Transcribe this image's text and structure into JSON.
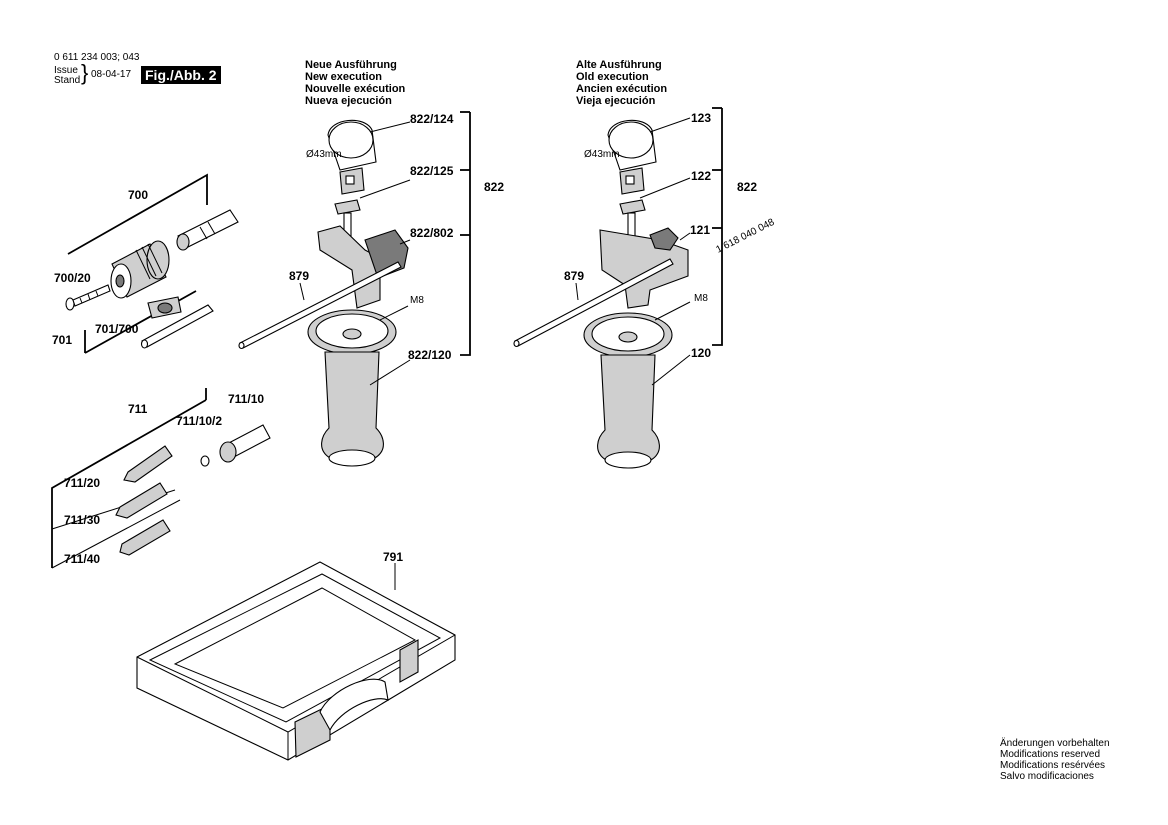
{
  "header": {
    "doc_number": "0 611 234 003; 043",
    "issue_label": "Issue",
    "stand_label": "Stand",
    "date": "08-04-17",
    "figure": "Fig./Abb. 2"
  },
  "new_execution": [
    "Neue Ausführung",
    "New execution",
    "Nouvelle exécution",
    "Nueva ejecución"
  ],
  "old_execution": [
    "Alte Ausführung",
    "Old execution",
    "Ancien exécution",
    "Vieja ejecución"
  ],
  "parts": {
    "p700": "700",
    "p700_20": "700/20",
    "p701": "701",
    "p701_700": "701/700",
    "p711": "711",
    "p711_10": "711/10",
    "p711_10_2": "711/10/2",
    "p711_20": "711/20",
    "p711_30": "711/30",
    "p711_40": "711/40",
    "p791": "791",
    "p879_new": "879",
    "p879_old": "879",
    "p822_new": "822",
    "p822_old": "822",
    "p822_124": "822/124",
    "p822_125": "822/125",
    "p822_802": "822/802",
    "p822_120": "822/120",
    "p123": "123",
    "p122": "122",
    "p121": "121",
    "p120": "120",
    "p1618": "1 618 040 048",
    "dia_new": "Ø43mm",
    "dia_old": "Ø43mm",
    "m8_new": "M8",
    "m8_old": "M8"
  },
  "footer": [
    "Änderungen vorbehalten",
    "Modifications reserved",
    "Modifications resérvées",
    "Salvo modificaciones"
  ]
}
